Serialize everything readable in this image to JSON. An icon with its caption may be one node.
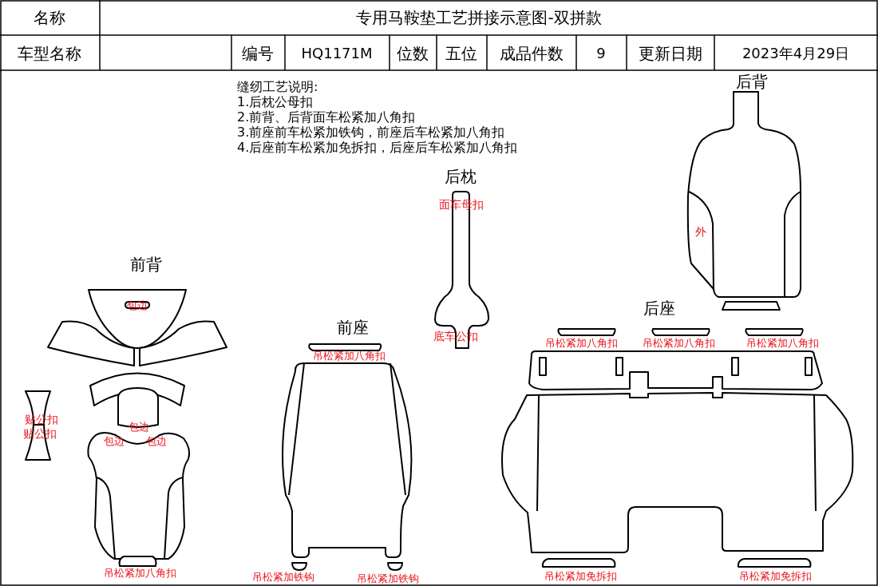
{
  "diagram": {
    "labels": [
      "名称",
      "专用马鞍垫工艺拼接示意图-双拼款",
      "车型名称",
      "编号",
      "HQ1171M",
      "位数",
      "五位",
      "成品件数",
      "9",
      "更新日期",
      "2023年4月29日",
      "缝纫工艺说明:",
      "1.后枕公母扣",
      "2.前背、后背面车松紧加八角扣",
      "3.前座前车松紧加铁钩，前座后车松紧加八角扣",
      "4.后座前车松紧加免拆扣，后座后车松紧加八角扣",
      "后背",
      "后枕",
      "面车母扣",
      "外",
      "前背",
      "包边",
      "后座",
      "前座",
      "底车公扣",
      "吊松紧加八角扣",
      "吊松紧加八角扣",
      "吊松紧加八角扣",
      "吊松紧加八角扣",
      "贴公扣",
      "包边",
      "贴公扣",
      "包边",
      "包边",
      "吊松紧加八角扣",
      "吊松紧加铁钩",
      "吊松紧加铁钩",
      "吊松紧加免拆扣",
      "吊松紧加免拆扣"
    ]
  }
}
